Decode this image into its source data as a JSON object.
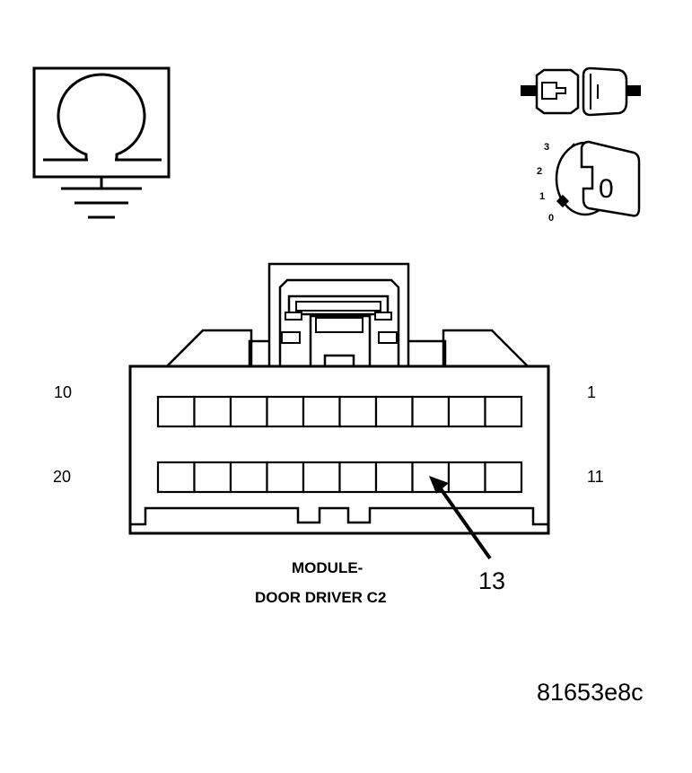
{
  "ohmmeter": {
    "symbol": "Ω"
  },
  "ignition": {
    "positions": [
      "3",
      "2",
      "1",
      "0"
    ],
    "switch_label": "0",
    "plug_label": "I"
  },
  "connector": {
    "pin_labels": {
      "top_left": "10",
      "top_right": "1",
      "bottom_left": "20",
      "bottom_right": "11"
    },
    "callout": "13",
    "title_line1": "MODULE-",
    "title_line2": "DOOR DRIVER C2"
  },
  "figure_id": "81653e8c"
}
